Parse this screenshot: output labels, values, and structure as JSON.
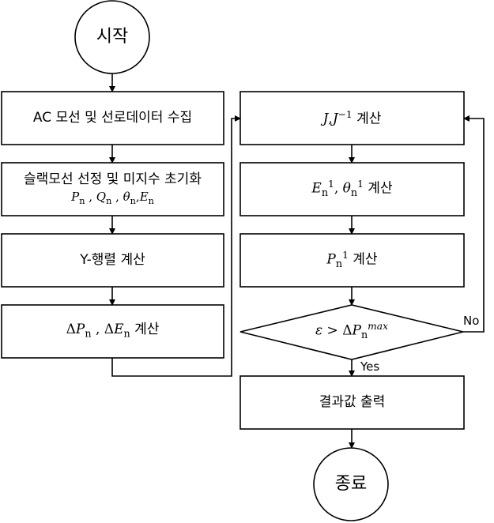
{
  "nodes": {
    "start": "시작",
    "end": "종료",
    "load_data": "AC 모선 및 선로데이터 수집",
    "slack_init": "슬랙모선 선정 및 미지수 초기화",
    "slack_vars": {
      "p": "P",
      "q": "Q",
      "theta": "θ",
      "e": "E",
      "sub": "n",
      "sep_comma_space": " , ",
      "sep_comma": ","
    },
    "ybus": "Y-행렬 계산",
    "mismatch": {
      "delta": "Δ",
      "p": "P",
      "e": "E",
      "sub": "n",
      "sep": " ,  ",
      "label": " 계산"
    },
    "jacobian": {
      "j": "J",
      "comma": ",",
      "j2": "J",
      "sup": "−1",
      "label": " 계산"
    },
    "update_e_theta": {
      "e": "E",
      "sub": "n",
      "sup": "1",
      "sep": ", ",
      "theta": "θ",
      "label": " 계산"
    },
    "update_p": {
      "p": "P",
      "sub": "n",
      "sup": "1",
      "label": " 계산"
    },
    "decision": {
      "eps": "ε",
      "gt": " > ",
      "delta": "Δ",
      "p": "P",
      "sub": "n",
      "sup": "max"
    },
    "output": "결과값 출력"
  },
  "edges": {
    "yes_label": "Yes",
    "no_label": "No"
  }
}
